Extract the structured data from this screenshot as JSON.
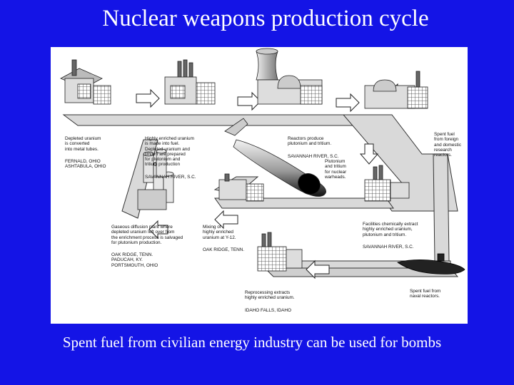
{
  "slide": {
    "title": "Nuclear weapons production cycle",
    "caption": "Spent fuel from civilian energy industry can be used for bombs"
  },
  "diagram": {
    "labels": {
      "depleted_uranium": "Depleted uranium\nis converted\ninto metal tubes.",
      "depleted_uranium_loc": "FERNALD, OHIO\nASHTABULA, OHIO",
      "heu_fuel": "Highly enriched uranium\nis made into fuel.\nDepleted uranium and\nlithium are prepared\nfor plutonium and\ntritium production",
      "heu_fuel_loc": "SAVANNAH RIVER, S.C.",
      "reactors": "Reactors produce\nplutonium and tritium.",
      "reactors_loc": "SAVANNAH RIVER, S.C.",
      "spent_fuel_foreign": "Spent fuel\nfrom foreign\nand domestic\nresearch\nreactors.",
      "plutonium_tritium": "Plutonium\nand tritium\nfor nuclear\nwarheads.",
      "gaseous_diffusion": "Gaseous diffusion plant where\ndepleted uranium left over from\nthe enrichment process is salvaged\nfor plutonium production.",
      "gaseous_diffusion_loc": "OAK RIDGE, TENN.\nPADUCAH, KY.\nPORTSMOUTH, OHIO",
      "mixing": "Mixing of\nhighly enriched\nuranium at Y-12.",
      "mixing_loc": "OAK RIDGE, TENN.",
      "facilities": "Facilities chemically extract\nhighly enriched uranium,\nplutonium and tritium.",
      "facilities_loc": "SAVANNAH RIVER, S.C.",
      "reprocessing": "Reprocessing extracts\nhighly enriched uranium.",
      "reprocessing_loc": "IDAHO FALLS, IDAHO",
      "spent_fuel_naval": "Spent fuel from\nnaval reactors."
    }
  }
}
